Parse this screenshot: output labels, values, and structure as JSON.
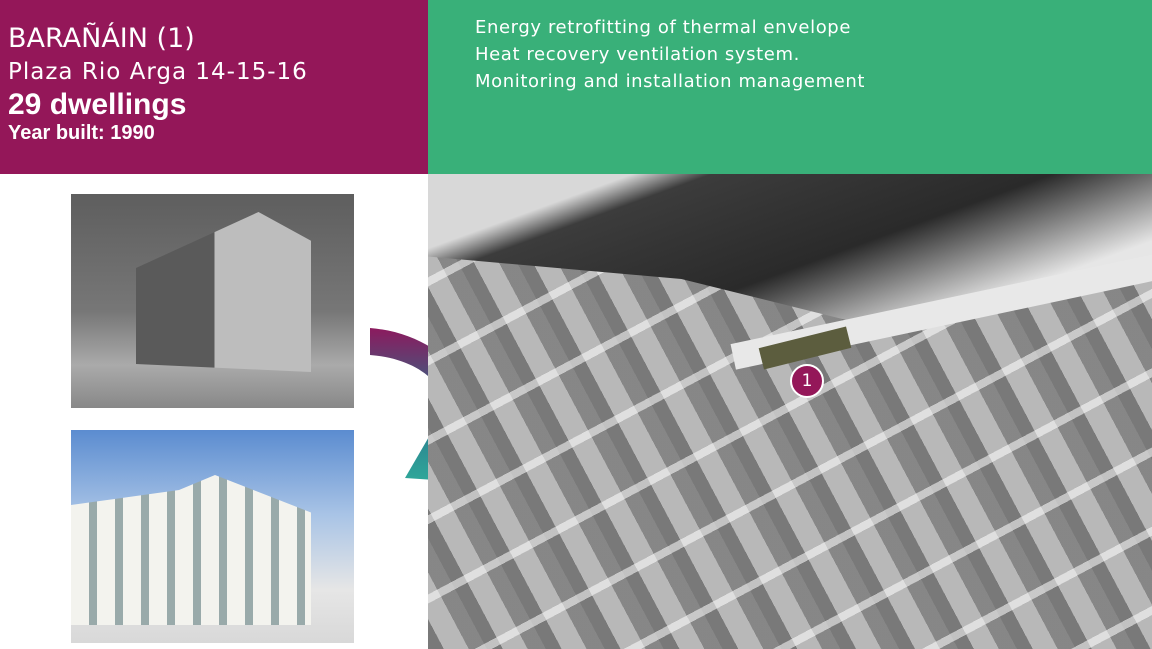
{
  "header": {
    "title": "BARAÑÁIN (1)",
    "address": "Plaza Rio Arga 14-15-16",
    "dwellings": "29 dwellings",
    "year_built": "Year built: 1990"
  },
  "measures": [
    "Energy retrofitting of thermal envelope",
    "Heat recovery ventilation system.",
    "Monitoring and installation management"
  ],
  "map": {
    "marker_label": "1"
  },
  "colors": {
    "purple": "#941759",
    "green": "#39b079"
  }
}
